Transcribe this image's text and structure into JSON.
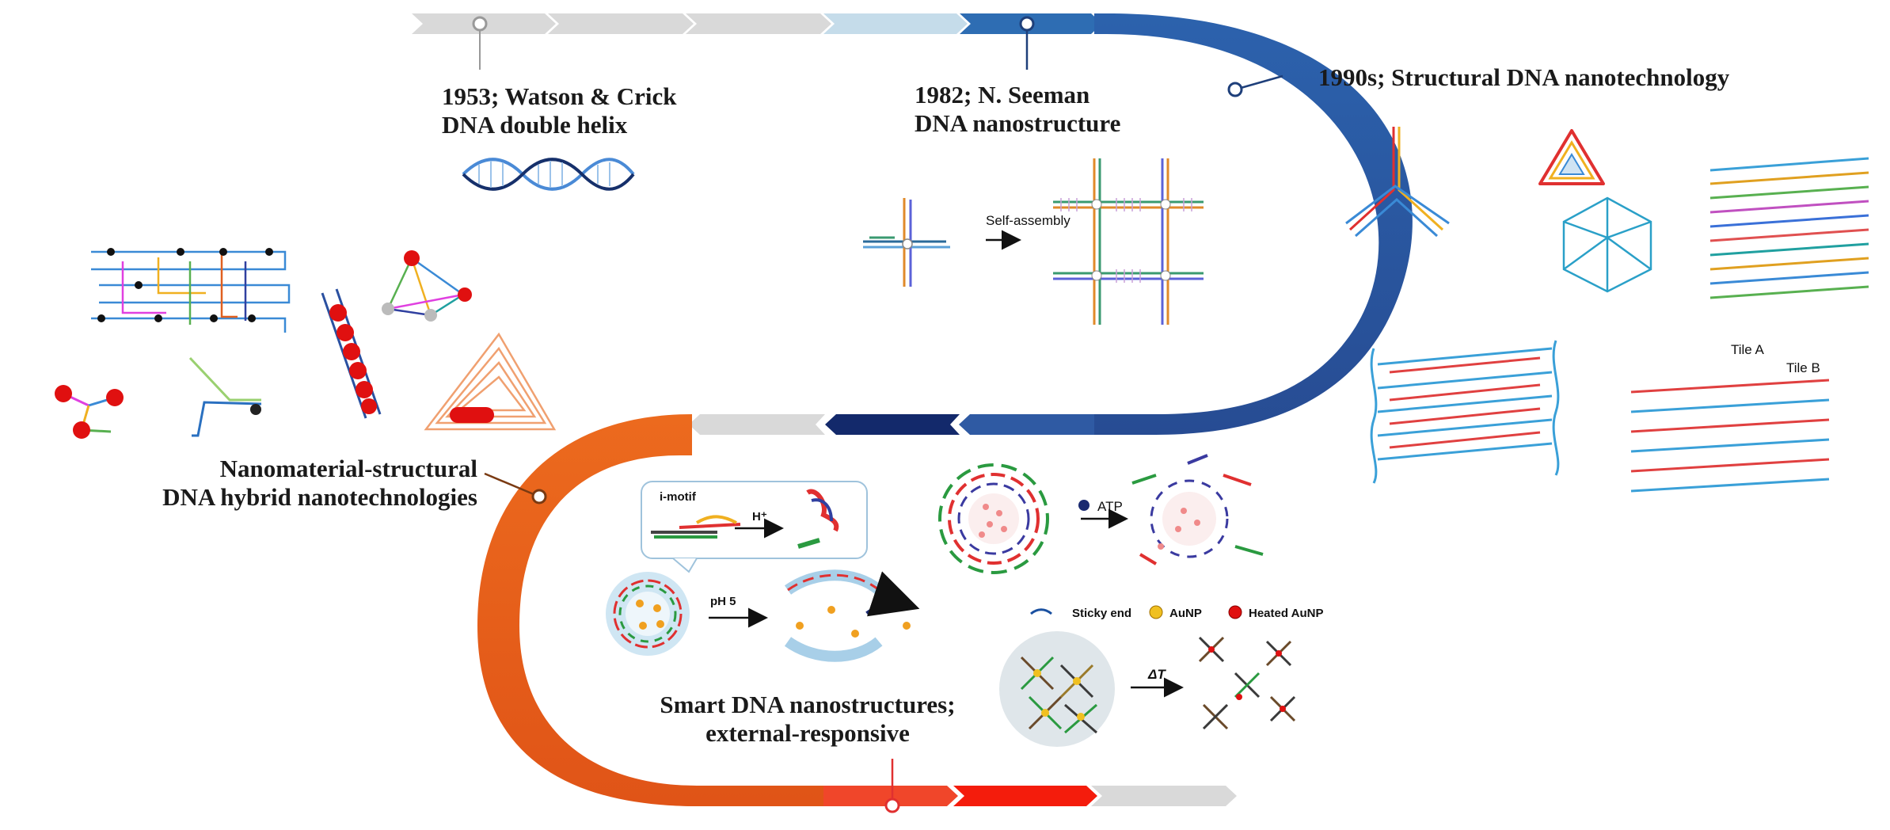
{
  "milestones": [
    {
      "line1": "1953; Watson & Crick",
      "line2": "DNA double helix"
    },
    {
      "line1": "1982; N. Seeman",
      "line2": "DNA nanostructure"
    },
    {
      "line1": "1990s; Structural DNA nanotechnology"
    },
    {
      "line1": "Nanomaterial-structural",
      "line2": "DNA hybrid nanotechnologies"
    },
    {
      "line1": "Smart DNA nanostructures;",
      "line2": "external-responsive"
    }
  ],
  "annotations": {
    "self_assembly": "Self-assembly",
    "tile_a": "Tile A",
    "tile_b": "Tile B",
    "i_motif": "i-motif",
    "h_plus": "H⁺",
    "ph5": "pH 5",
    "atp": "ATP",
    "sticky_end": "Sticky end",
    "aunp": "AuNP",
    "heated_aunp": "Heated AuNP",
    "delta_t": "ΔT"
  },
  "colors": {
    "arrow_grey": "#d9d9d9",
    "light_blue": "#c5dcea",
    "mid_blue": "#2e6db3",
    "dark_blue": "#2f4f94",
    "navy": "#13296b",
    "orange": "#e8661e",
    "red_orange": "#f0462a",
    "red": "#f41c0c"
  }
}
